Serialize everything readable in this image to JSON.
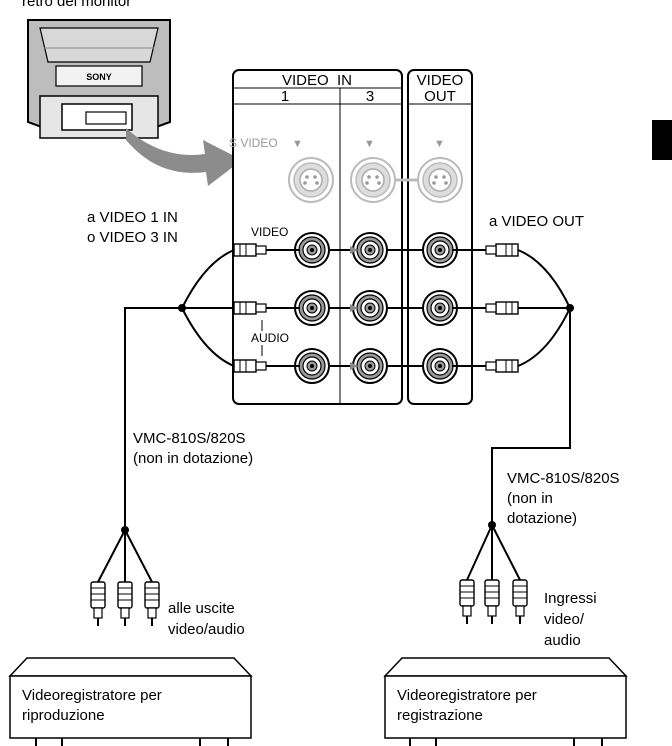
{
  "header_cut": "retro del monitor",
  "monitor_brand": "SONY",
  "panel": {
    "video_in_title": "VIDEO  IN",
    "in_col1": "1",
    "in_col3": "3",
    "video_out_title_line1": "VIDEO",
    "video_out_title_line2": "OUT",
    "svideo_label": "S VIDEO",
    "arrow_glyph": "▼",
    "row_video": "VIDEO",
    "row_audio": "AUDIO"
  },
  "labels": {
    "to_in_line1": "a VIDEO 1 IN",
    "to_in_line2": "o VIDEO 3 IN",
    "to_out": "a VIDEO OUT",
    "cable_left_line1": "VMC-810S/820S",
    "cable_left_line2": "(non in dotazione)",
    "cable_right_line1": "VMC-810S/820S",
    "cable_right_line2": "(non in",
    "cable_right_line3": "dotazione)",
    "left_plugs_line1": "alle uscite",
    "left_plugs_line2": "video/audio",
    "right_plugs_line1": "Ingressi",
    "right_plugs_line2": "video/",
    "right_plugs_line3": "audio"
  },
  "vcr_left": {
    "line1": "Videoregistratore per",
    "line2": "riproduzione"
  },
  "vcr_right": {
    "line1": "Videoregistratore per",
    "line2": "registrazione"
  }
}
